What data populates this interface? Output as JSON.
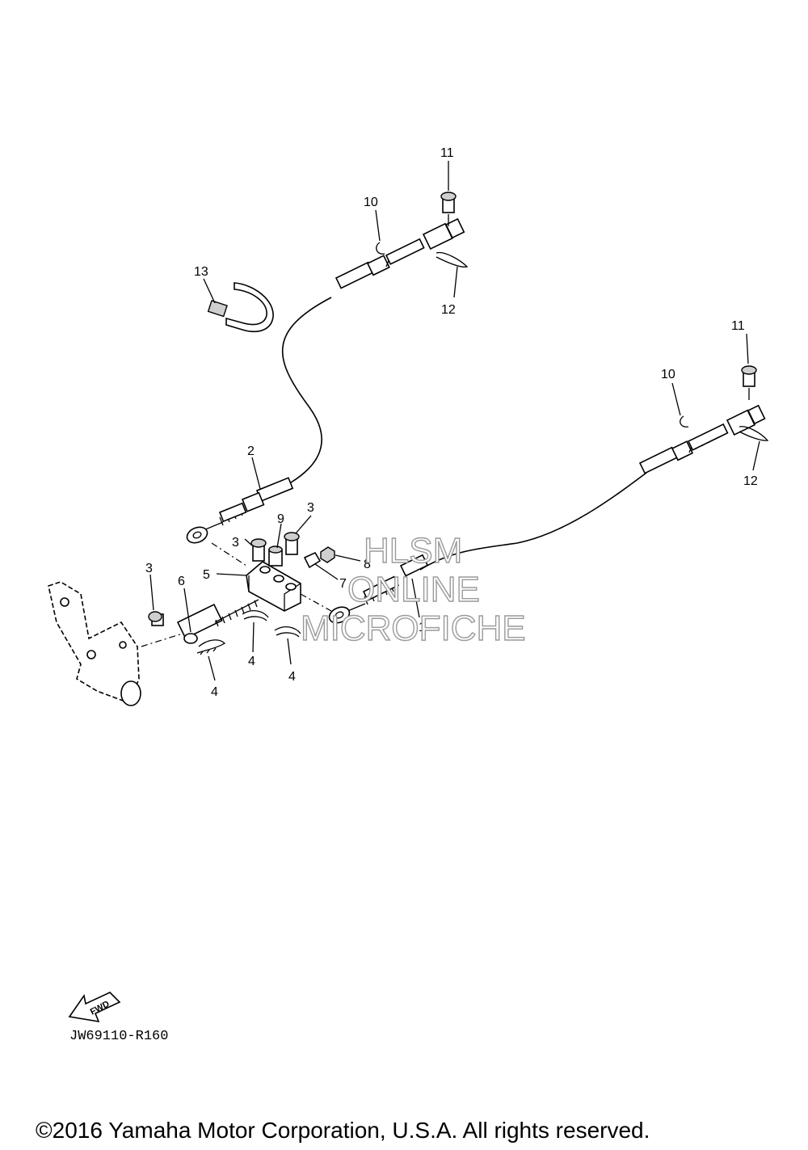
{
  "diagram_code": "JW69110-R160",
  "copyright": "©2016 Yamaha Motor Corporation, U.S.A. All rights reserved.",
  "watermark": {
    "line1": "HLSM",
    "line2": "ONLINE",
    "line3": "MICROFICHE"
  },
  "fwd_label": "FWD",
  "callouts": {
    "c1": "1",
    "c2": "2",
    "c3a": "3",
    "c3b": "3",
    "c3c": "3",
    "c4a": "4",
    "c4b": "4",
    "c4c": "4",
    "c5": "5",
    "c6": "6",
    "c7": "7",
    "c8": "8",
    "c9": "9",
    "c10a": "10",
    "c10b": "10",
    "c11a": "11",
    "c11b": "11",
    "c12a": "12",
    "c12b": "12",
    "c13": "13"
  },
  "colors": {
    "line": "#000000",
    "watermark_stroke": "#9a9a9a",
    "background": "#ffffff"
  }
}
